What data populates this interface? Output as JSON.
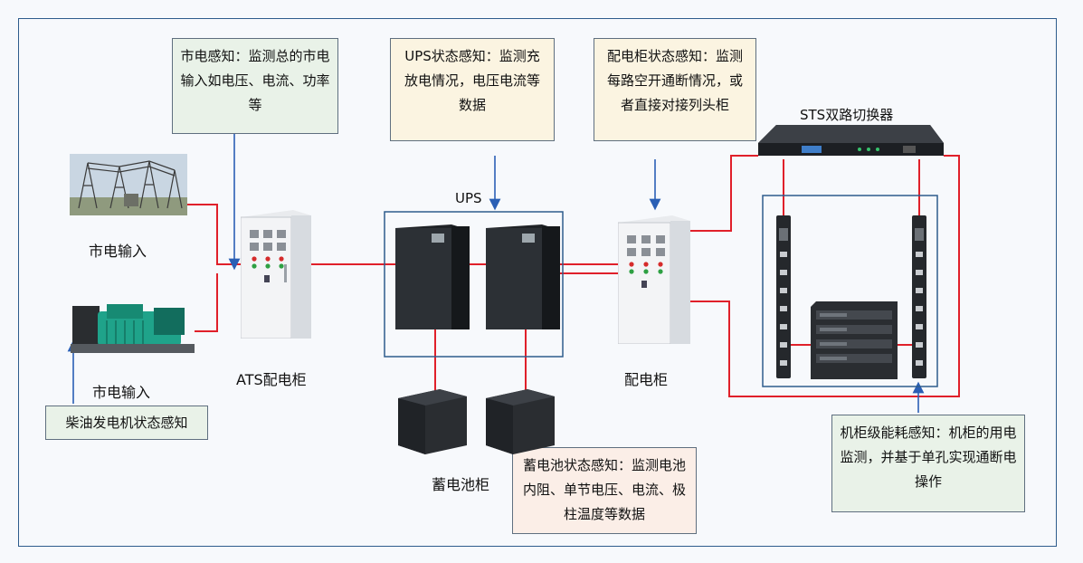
{
  "annotations": {
    "mains_sensing": "市电感知：监测总的市电输入如电压、电流、功率等",
    "ups_sensing": "UPS状态感知：监测充放电情况，电压电流等数据",
    "cabinet_sensing": "配电柜状态感知：监测每路空开通断情况，或者直接对接列头柜",
    "generator_sensing": "柴油发电机状态感知",
    "battery_sensing": "蓄电池状态感知：监测电池内阻、单节电压、电流、极柱温度等数据",
    "rack_energy_sensing": "机柜级能耗感知：机柜的用电监测，并基于单孔实现通断电操作"
  },
  "labels": {
    "mains_input_1": "市电输入",
    "mains_input_2": "市电输入",
    "ats": "ATS配电柜",
    "ups": "UPS",
    "battery": "蓄电池柜",
    "distribution": "配电柜",
    "sts": "STS双路切换器"
  },
  "colors": {
    "frame": "#2e5c8c",
    "wire": "#e0202a",
    "arrow": "#2a5fb5"
  }
}
